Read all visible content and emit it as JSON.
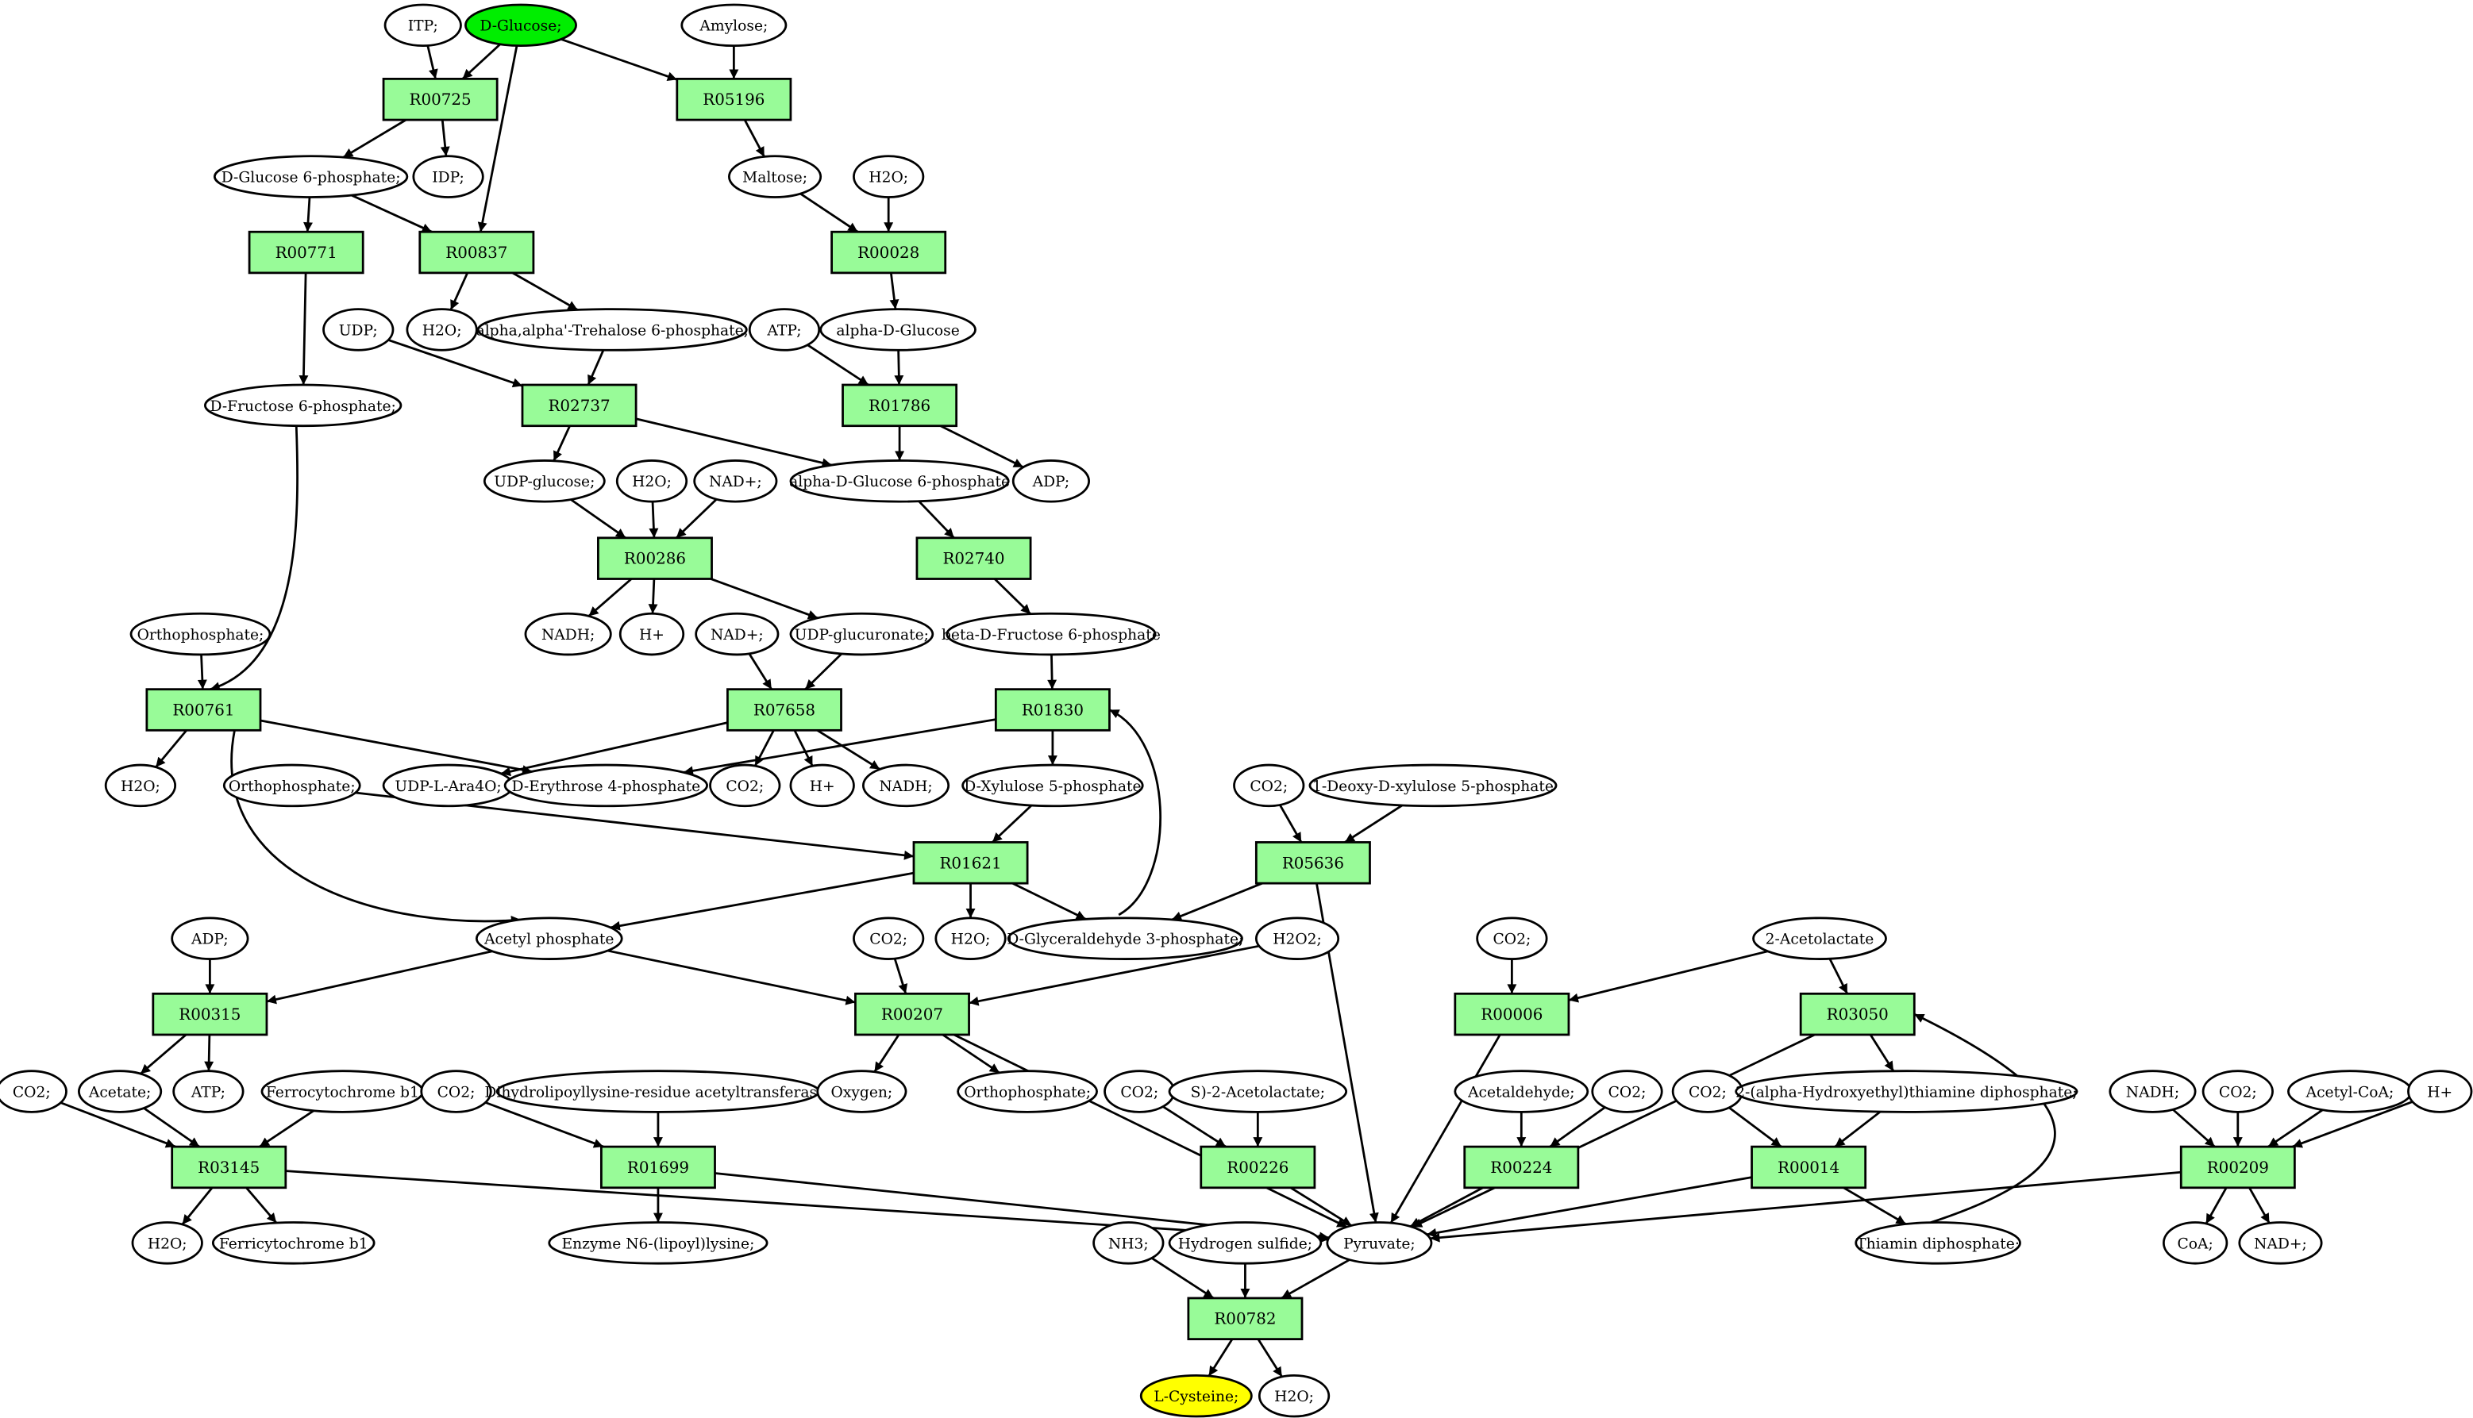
{
  "colors": {
    "reaction_fill": "#98fb98",
    "start_fill": "#00ee00",
    "target_fill": "#ffff00",
    "molecule_fill": "#ffffff",
    "line": "#000000"
  },
  "nodes": {
    "ITP": {
      "label": "ITP;",
      "kind": "molecule"
    },
    "DGlucose": {
      "label": "D-Glucose;",
      "kind": "start"
    },
    "Amylose": {
      "label": "Amylose;",
      "kind": "molecule"
    },
    "R00725": {
      "label": "R00725",
      "kind": "reaction"
    },
    "R05196": {
      "label": "R05196",
      "kind": "reaction"
    },
    "G6P": {
      "label": "D-Glucose 6-phosphate;",
      "kind": "molecule"
    },
    "IDP": {
      "label": "IDP;",
      "kind": "molecule"
    },
    "Maltose": {
      "label": "Maltose;",
      "kind": "molecule"
    },
    "H2O_a": {
      "label": "H2O;",
      "kind": "molecule"
    },
    "R00771": {
      "label": "R00771",
      "kind": "reaction"
    },
    "R00837": {
      "label": "R00837",
      "kind": "reaction"
    },
    "R00028": {
      "label": "R00028",
      "kind": "reaction"
    },
    "UDP": {
      "label": "UDP;",
      "kind": "molecule"
    },
    "H2O_b": {
      "label": "H2O;",
      "kind": "molecule"
    },
    "Tre6P": {
      "label": "alpha,alpha'-Trehalose 6-phosphate;",
      "kind": "molecule"
    },
    "ATP_a": {
      "label": "ATP;",
      "kind": "molecule"
    },
    "aDGlucose": {
      "label": "alpha-D-Glucose",
      "kind": "molecule"
    },
    "F6P": {
      "label": "D-Fructose 6-phosphate;",
      "kind": "molecule"
    },
    "R02737": {
      "label": "R02737",
      "kind": "reaction"
    },
    "R01786": {
      "label": "R01786",
      "kind": "reaction"
    },
    "UDPglc": {
      "label": "UDP-glucose;",
      "kind": "molecule"
    },
    "H2O_c": {
      "label": "H2O;",
      "kind": "molecule"
    },
    "NADp_a": {
      "label": "NAD+;",
      "kind": "molecule"
    },
    "aG6P": {
      "label": "alpha-D-Glucose 6-phosphate",
      "kind": "molecule"
    },
    "ADP_a": {
      "label": "ADP;",
      "kind": "molecule"
    },
    "R00286": {
      "label": "R00286",
      "kind": "reaction"
    },
    "R02740": {
      "label": "R02740",
      "kind": "reaction"
    },
    "NADH_a": {
      "label": "NADH;",
      "kind": "molecule"
    },
    "Hp_a": {
      "label": "H+",
      "kind": "molecule"
    },
    "UDPGlcA": {
      "label": "UDP-glucuronate;",
      "kind": "molecule"
    },
    "NADp_b": {
      "label": "NAD+;",
      "kind": "molecule"
    },
    "Ortho_a": {
      "label": "Orthophosphate;",
      "kind": "molecule"
    },
    "bF6P": {
      "label": "beta-D-Fructose 6-phosphate",
      "kind": "molecule"
    },
    "R00761": {
      "label": "R00761",
      "kind": "reaction"
    },
    "R07658": {
      "label": "R07658",
      "kind": "reaction"
    },
    "R01830": {
      "label": "R01830",
      "kind": "reaction"
    },
    "H2O_d": {
      "label": "H2O;",
      "kind": "molecule"
    },
    "UDPAra": {
      "label": "UDP-L-Ara4O;",
      "kind": "molecule"
    },
    "E4P": {
      "label": "D-Erythrose 4-phosphate",
      "kind": "molecule"
    },
    "CO2_a": {
      "label": "CO2;",
      "kind": "molecule"
    },
    "Hp_b": {
      "label": "H+",
      "kind": "molecule"
    },
    "NADH_b": {
      "label": "NADH;",
      "kind": "molecule"
    },
    "Ortho_b": {
      "label": "Orthophosphate;",
      "kind": "molecule"
    },
    "X5P": {
      "label": "D-Xylulose 5-phosphate",
      "kind": "molecule"
    },
    "CO2_b": {
      "label": "CO2;",
      "kind": "molecule"
    },
    "DXP": {
      "label": "1-Deoxy-D-xylulose 5-phosphate",
      "kind": "molecule"
    },
    "R01621": {
      "label": "R01621",
      "kind": "reaction"
    },
    "R05636": {
      "label": "R05636",
      "kind": "reaction"
    },
    "ADP_b": {
      "label": "ADP;",
      "kind": "molecule"
    },
    "AcP": {
      "label": "Acetyl phosphate",
      "kind": "molecule"
    },
    "H2O_e": {
      "label": "H2O;",
      "kind": "molecule"
    },
    "GAP": {
      "label": "D-Glyceraldehyde 3-phosphate;",
      "kind": "molecule"
    },
    "CO2_c": {
      "label": "CO2;",
      "kind": "molecule"
    },
    "H2O2": {
      "label": "H2O2;",
      "kind": "molecule"
    },
    "CO2_d": {
      "label": "CO2;",
      "kind": "molecule"
    },
    "Acetolactate2": {
      "label": "2-Acetolactate",
      "kind": "molecule"
    },
    "R00315": {
      "label": "R00315",
      "kind": "reaction"
    },
    "R00207": {
      "label": "R00207",
      "kind": "reaction"
    },
    "R00006": {
      "label": "R00006",
      "kind": "reaction"
    },
    "R03050": {
      "label": "R03050",
      "kind": "reaction"
    },
    "CO2_e": {
      "label": "CO2;",
      "kind": "molecule"
    },
    "Acetate": {
      "label": "Acetate;",
      "kind": "molecule"
    },
    "ATP_b": {
      "label": "ATP;",
      "kind": "molecule"
    },
    "Ferrocyt": {
      "label": "Ferrocytochrome b1",
      "kind": "molecule"
    },
    "CO2_f": {
      "label": "CO2;",
      "kind": "molecule"
    },
    "DHLTA": {
      "label": "Dihydrolipoyllysine-residue acetyltransferase]",
      "kind": "molecule"
    },
    "Oxygen": {
      "label": "Oxygen;",
      "kind": "molecule"
    },
    "Ortho_c": {
      "label": "Orthophosphate;",
      "kind": "molecule"
    },
    "CO2_g": {
      "label": "CO2;",
      "kind": "molecule"
    },
    "SAcetolactate": {
      "label": "S)-2-Acetolactate;",
      "kind": "molecule"
    },
    "Acetaldehyde": {
      "label": "Acetaldehyde;",
      "kind": "molecule"
    },
    "CO2_h": {
      "label": "CO2;",
      "kind": "molecule"
    },
    "CO2_i": {
      "label": "CO2;",
      "kind": "molecule"
    },
    "HETPP": {
      "label": "2-(alpha-Hydroxyethyl)thiamine diphosphate;",
      "kind": "molecule"
    },
    "NADH_c": {
      "label": "NADH;",
      "kind": "molecule"
    },
    "CO2_j": {
      "label": "CO2;",
      "kind": "molecule"
    },
    "AcCoA": {
      "label": "Acetyl-CoA;",
      "kind": "molecule"
    },
    "Hp_c": {
      "label": "H+",
      "kind": "molecule"
    },
    "R03145": {
      "label": "R03145",
      "kind": "reaction"
    },
    "R01699": {
      "label": "R01699",
      "kind": "reaction"
    },
    "R00226": {
      "label": "R00226",
      "kind": "reaction"
    },
    "R00224": {
      "label": "R00224",
      "kind": "reaction"
    },
    "R00014": {
      "label": "R00014",
      "kind": "reaction"
    },
    "R00209": {
      "label": "R00209",
      "kind": "reaction"
    },
    "H2O_f": {
      "label": "H2O;",
      "kind": "molecule"
    },
    "Ferricyt": {
      "label": "Ferricytochrome b1",
      "kind": "molecule"
    },
    "EnzLip": {
      "label": "Enzyme N6-(lipoyl)lysine;",
      "kind": "molecule"
    },
    "NH3": {
      "label": "NH3;",
      "kind": "molecule"
    },
    "H2S": {
      "label": "Hydrogen sulfide;",
      "kind": "molecule"
    },
    "Pyruvate": {
      "label": "Pyruvate;",
      "kind": "molecule"
    },
    "TPP": {
      "label": "Thiamin diphosphate;",
      "kind": "molecule"
    },
    "CoA": {
      "label": "CoA;",
      "kind": "molecule"
    },
    "NADp_c": {
      "label": "NAD+;",
      "kind": "molecule"
    },
    "R00782": {
      "label": "R00782",
      "kind": "reaction"
    },
    "LCys": {
      "label": "L-Cysteine;",
      "kind": "target"
    },
    "H2O_g": {
      "label": "H2O;",
      "kind": "molecule"
    }
  },
  "edges": [
    [
      "ITP",
      "R00725"
    ],
    [
      "DGlucose",
      "R00725"
    ],
    [
      "DGlucose",
      "R00837"
    ],
    [
      "DGlucose",
      "R05196"
    ],
    [
      "Amylose",
      "R05196"
    ],
    [
      "R00725",
      "G6P"
    ],
    [
      "R00725",
      "IDP"
    ],
    [
      "R05196",
      "Maltose"
    ],
    [
      "G6P",
      "R00771"
    ],
    [
      "G6P",
      "R00837"
    ],
    [
      "Maltose",
      "R00028"
    ],
    [
      "H2O_a",
      "R00028"
    ],
    [
      "R00837",
      "H2O_b"
    ],
    [
      "R00837",
      "Tre6P"
    ],
    [
      "R00028",
      "aDGlucose"
    ],
    [
      "R00771",
      "F6P"
    ],
    [
      "UDP",
      "R02737"
    ],
    [
      "Tre6P",
      "R02737"
    ],
    [
      "ATP_a",
      "R01786"
    ],
    [
      "aDGlucose",
      "R01786"
    ],
    [
      "R02737",
      "UDPglc"
    ],
    [
      "R02737",
      "aG6P"
    ],
    [
      "R01786",
      "aG6P"
    ],
    [
      "R01786",
      "ADP_a"
    ],
    [
      "UDPglc",
      "R00286"
    ],
    [
      "H2O_c",
      "R00286"
    ],
    [
      "NADp_a",
      "R00286"
    ],
    [
      "aG6P",
      "R02740"
    ],
    [
      "R00286",
      "NADH_a"
    ],
    [
      "R00286",
      "Hp_a"
    ],
    [
      "R00286",
      "UDPGlcA"
    ],
    [
      "R02740",
      "bF6P"
    ],
    [
      "Ortho_a",
      "R00761"
    ],
    [
      "F6P",
      "R00761"
    ],
    [
      "NADp_b",
      "R07658"
    ],
    [
      "UDPGlcA",
      "R07658"
    ],
    [
      "bF6P",
      "R01830"
    ],
    [
      "R00761",
      "H2O_d"
    ],
    [
      "R00761",
      "E4P"
    ],
    [
      "R00761",
      "AcP"
    ],
    [
      "R07658",
      "UDPAra"
    ],
    [
      "R07658",
      "CO2_a"
    ],
    [
      "R07658",
      "Hp_b"
    ],
    [
      "R07658",
      "NADH_b"
    ],
    [
      "R01830",
      "E4P"
    ],
    [
      "R01830",
      "X5P"
    ],
    [
      "Ortho_b",
      "R01621"
    ],
    [
      "X5P",
      "R01621"
    ],
    [
      "CO2_b",
      "R05636"
    ],
    [
      "DXP",
      "R05636"
    ],
    [
      "R01621",
      "AcP"
    ],
    [
      "R01621",
      "H2O_e"
    ],
    [
      "R01621",
      "GAP"
    ],
    [
      "GAP",
      "R01830"
    ],
    [
      "R05636",
      "GAP"
    ],
    [
      "R05636",
      "Pyruvate"
    ],
    [
      "ADP_b",
      "R00315"
    ],
    [
      "AcP",
      "R00315"
    ],
    [
      "AcP",
      "R00207"
    ],
    [
      "CO2_c",
      "R00207"
    ],
    [
      "H2O2",
      "R00207"
    ],
    [
      "CO2_d",
      "R00006"
    ],
    [
      "Acetolactate2",
      "R00006"
    ],
    [
      "Acetolactate2",
      "R03050"
    ],
    [
      "R00315",
      "Acetate"
    ],
    [
      "R00315",
      "ATP_b"
    ],
    [
      "R00207",
      "Oxygen"
    ],
    [
      "R00207",
      "Ortho_c"
    ],
    [
      "R00207",
      "Pyruvate"
    ],
    [
      "R00006",
      "Pyruvate"
    ],
    [
      "R03050",
      "HETPP"
    ],
    [
      "R03050",
      "Pyruvate"
    ],
    [
      "CO2_e",
      "R03145"
    ],
    [
      "Acetate",
      "R03145"
    ],
    [
      "Ferrocyt",
      "R03145"
    ],
    [
      "CO2_f",
      "R01699"
    ],
    [
      "DHLTA",
      "R01699"
    ],
    [
      "CO2_g",
      "R00226"
    ],
    [
      "SAcetolactate",
      "R00226"
    ],
    [
      "Acetaldehyde",
      "R00224"
    ],
    [
      "CO2_h",
      "R00224"
    ],
    [
      "CO2_i",
      "R00014"
    ],
    [
      "HETPP",
      "R00014"
    ],
    [
      "NADH_c",
      "R00209"
    ],
    [
      "CO2_j",
      "R00209"
    ],
    [
      "AcCoA",
      "R00209"
    ],
    [
      "Hp_c",
      "R00209"
    ],
    [
      "R03145",
      "H2O_f"
    ],
    [
      "R03145",
      "Ferricyt"
    ],
    [
      "R03145",
      "Pyruvate"
    ],
    [
      "R01699",
      "EnzLip"
    ],
    [
      "R01699",
      "Pyruvate"
    ],
    [
      "R00226",
      "Pyruvate"
    ],
    [
      "R00224",
      "Pyruvate"
    ],
    [
      "R00014",
      "Pyruvate"
    ],
    [
      "R00014",
      "TPP"
    ],
    [
      "TPP",
      "R03050"
    ],
    [
      "R00209",
      "Pyruvate"
    ],
    [
      "R00209",
      "CoA"
    ],
    [
      "R00209",
      "NADp_c"
    ],
    [
      "NH3",
      "R00782"
    ],
    [
      "H2S",
      "R00782"
    ],
    [
      "Pyruvate",
      "R00782"
    ],
    [
      "R00782",
      "LCys"
    ],
    [
      "R00782",
      "H2O_g"
    ]
  ]
}
